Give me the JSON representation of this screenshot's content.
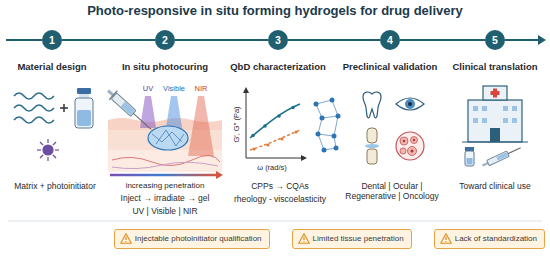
{
  "diagram": {
    "title": "Photo-responsive in situ forming hydrogels for drug delivery",
    "nodes": [
      {
        "text": [
          "1"
        ]
      },
      {
        "text": [
          "2"
        ]
      },
      {
        "text": [
          "3"
        ]
      },
      {
        "text": [
          "4"
        ]
      },
      {
        "text": [
          "5"
        ]
      },
      {
        "text": [
          "Injectable photoinitiator qualification"
        ]
      },
      {
        "text": [
          "Limited tissue penetration"
        ]
      },
      {
        "text": [
          "Lack of standardization"
        ]
      }
    ],
    "edges": [
      {
        "from": 0,
        "to": 1,
        "arrow": "none"
      },
      {
        "from": 1,
        "to": 2,
        "arrow": "none"
      },
      {
        "from": 2,
        "to": 3,
        "arrow": "none"
      },
      {
        "from": 3,
        "to": 4,
        "arrow": "none"
      }
    ],
    "labels": [
      "Material design",
      "Matrix + photoinitiator",
      "In situ photocuring",
      "UV",
      "Visible",
      "NIR",
      "increasing penetration",
      "Inject → irradiate → gel",
      "UV | Visible | NIR",
      "QbD characterization",
      "G′, G″ (Pa)",
      "ω (rad/s)",
      "CPPs → CQAs",
      "rheology - viscoelasticity",
      "Preclinical validation",
      "Dental | Ocular | Regenerative | Oncology",
      "Clinical translation",
      "Toward clinical use"
    ]
  }
}
